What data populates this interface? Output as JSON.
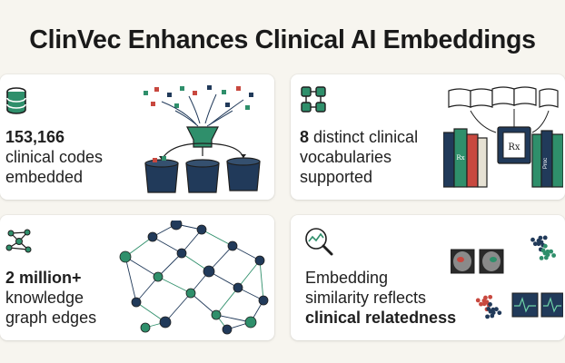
{
  "title": "ClinVec Enhances Clinical AI Embeddings",
  "cards": [
    {
      "icon": "database-icon",
      "highlight": "153,166",
      "lines": [
        "clinical codes",
        "embedded"
      ]
    },
    {
      "icon": "vocabulary-network-icon",
      "highlight": "8",
      "line1_rest": "distinct clinical",
      "lines": [
        "vocabularies",
        "supported"
      ]
    },
    {
      "icon": "knowledge-graph-icon",
      "highlight": "2 million+",
      "lines": [
        "knowledge",
        "graph edges"
      ]
    },
    {
      "icon": "magnifier-chart-icon",
      "lines": [
        "Embedding",
        "similarity reflects"
      ],
      "highlight": "clinical relatedness"
    }
  ],
  "book_labels": [
    "Rx",
    "Rx",
    "Proc"
  ],
  "colors": {
    "accent_green": "#2f8f6b",
    "accent_navy": "#213a5a",
    "accent_red": "#c8483f",
    "bg": "#f7f5ef"
  }
}
